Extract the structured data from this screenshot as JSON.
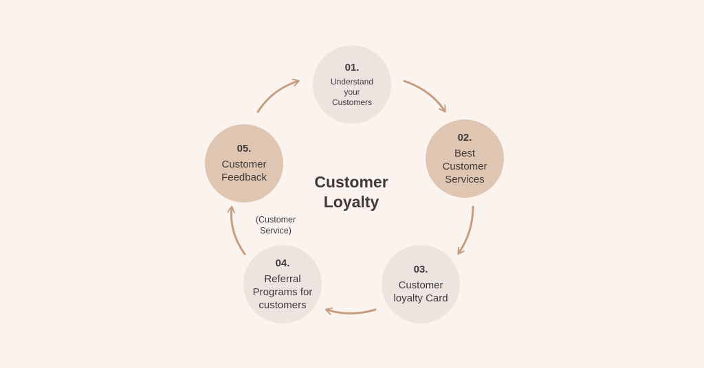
{
  "center_title": "Customer Loyalty",
  "steps": [
    {
      "number": "01.",
      "label": "Understand your Customers"
    },
    {
      "number": "02.",
      "label": "Best Customer Services"
    },
    {
      "number": "03.",
      "label": "Customer loyalty Card"
    },
    {
      "number": "04.",
      "label": "Referral Programs for customers"
    },
    {
      "number": "05.",
      "label": "Customer Feedback"
    }
  ],
  "annotation": "(Customer Service)",
  "colors": {
    "background": "#fbf3ee",
    "circle_light": "#ece4de",
    "circle_tan": "#dfc6b3",
    "arrow": "#c79c7e",
    "text": "#3d3a38"
  }
}
